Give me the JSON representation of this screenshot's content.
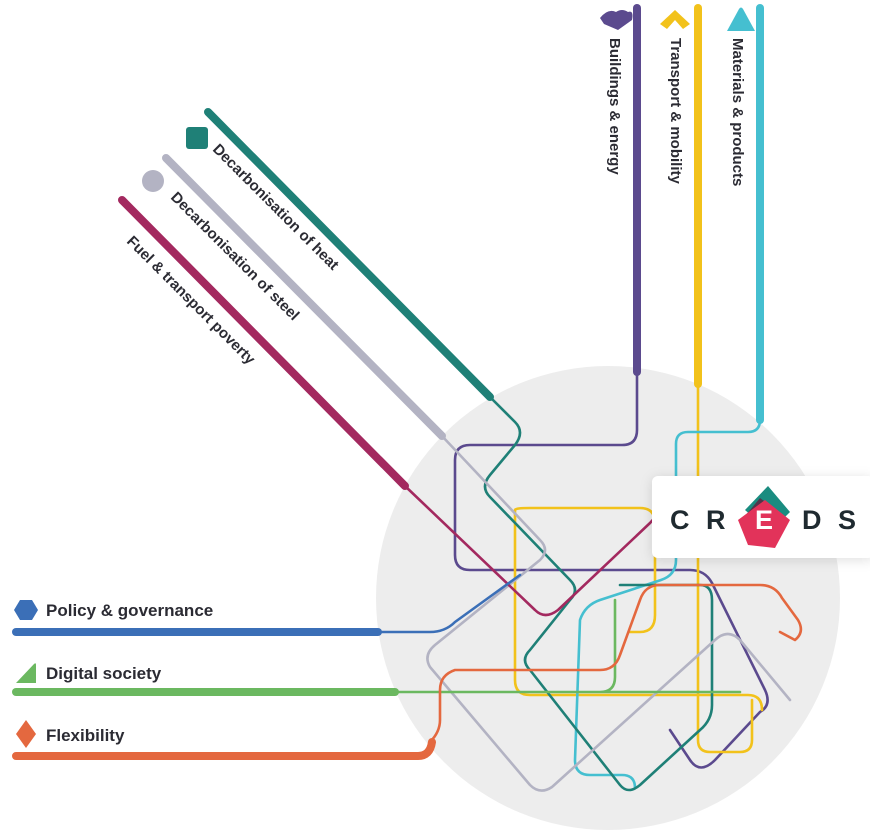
{
  "logo": {
    "letters": [
      "C",
      "R",
      "E",
      "D",
      "S"
    ],
    "colors": {
      "pink": "#e2335a",
      "teal": "#1a8c80",
      "dark": "#5a2a44",
      "text": "#1f2a30"
    }
  },
  "circle_color": "#ededed",
  "themes": [
    {
      "key": "buildings",
      "label": "Buildings & energy",
      "color": "#5b4a8e",
      "icon": "heart-shape-icon"
    },
    {
      "key": "transport",
      "label": "Transport & mobility",
      "color": "#f2c21b",
      "icon": "chevron-up-icon"
    },
    {
      "key": "materials",
      "label": "Materials & products",
      "color": "#45bfd0",
      "icon": "triangle-icon"
    },
    {
      "key": "heat",
      "label": "Decarbonisation of heat",
      "color": "#1f8077",
      "icon": "square-icon"
    },
    {
      "key": "steel",
      "label": "Decarbonisation of steel",
      "color": "#b3b3c3",
      "icon": "circle-icon"
    },
    {
      "key": "poverty",
      "label": "Fuel & transport poverty",
      "color": "#a3295f",
      "icon": "crescent-icon"
    },
    {
      "key": "policy",
      "label": "Policy & governance",
      "color": "#3b6fb7",
      "icon": "hexagon-icon"
    },
    {
      "key": "digital",
      "label": "Digital society",
      "color": "#6bb860",
      "icon": "half-square-icon"
    },
    {
      "key": "flexibility",
      "label": "Flexibility",
      "color": "#e4683f",
      "icon": "diamond-icon"
    }
  ]
}
